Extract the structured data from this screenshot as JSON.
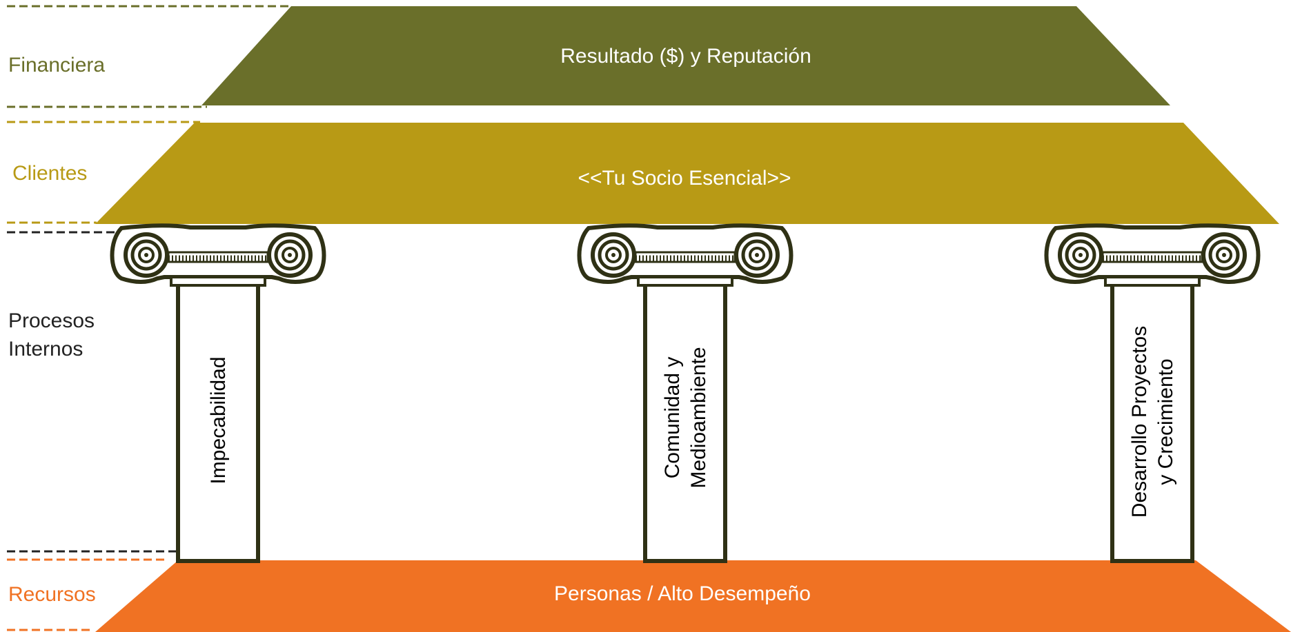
{
  "colors": {
    "financiera": "#6a6f2a",
    "clientes": "#b89a15",
    "procesos": "#222222",
    "recursos": "#f07223",
    "pillar_stroke": "#2f3115"
  },
  "layers": {
    "financiera": {
      "side_label": "Financiera",
      "band_text": "Resultado ($) y Reputación"
    },
    "clientes": {
      "side_label": "Clientes",
      "band_text": "<<Tu Socio Esencial>>"
    },
    "procesos": {
      "side_label_line1": "Procesos",
      "side_label_line2": "Internos"
    },
    "recursos": {
      "side_label": "Recursos",
      "band_text": "Personas / Alto Desempeño"
    }
  },
  "pillars": [
    {
      "line1": "Impecabilidad",
      "line2": ""
    },
    {
      "line1": "Comunidad y",
      "line2": "Medioambiente"
    },
    {
      "line1": "Desarrollo Proyectos",
      "line2": "y Crecimiento"
    }
  ]
}
